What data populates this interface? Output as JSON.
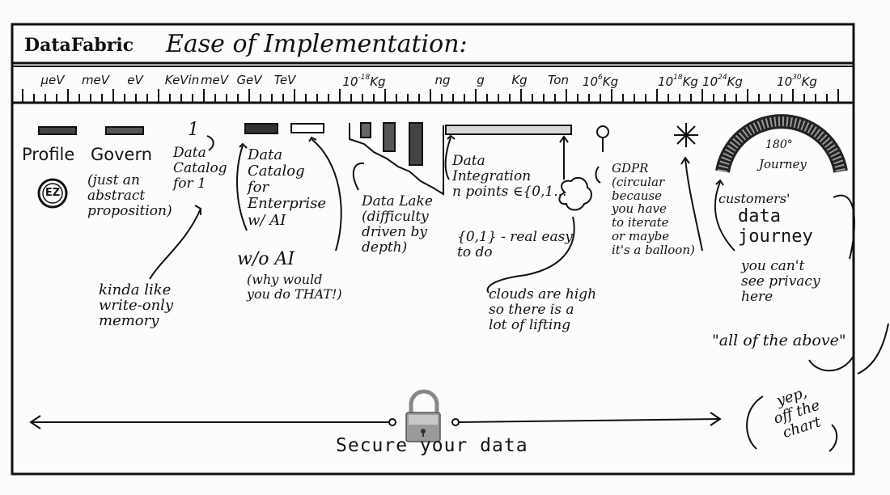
{
  "title": {
    "brand": "DataFabric",
    "rest": "Ease of Implementation:"
  },
  "scale": [
    {
      "base": "μeV"
    },
    {
      "base": "meV"
    },
    {
      "base": "eV"
    },
    {
      "base": "KeVin"
    },
    {
      "base": "meV"
    },
    {
      "base": "GeV"
    },
    {
      "base": "TeV"
    },
    {
      "base": "10",
      "sup": "-18",
      "after": "Kg"
    },
    {
      "base": "ng"
    },
    {
      "base": "g"
    },
    {
      "base": "Kg"
    },
    {
      "base": "Ton"
    },
    {
      "base": "10",
      "sup": "6",
      "after": "Kg"
    },
    {
      "base": "10",
      "sup": "18",
      "after": "Kg"
    },
    {
      "base": "10",
      "sup": "24",
      "after": "Kg"
    },
    {
      "base": "10",
      "sup": "30",
      "after": "Kg"
    }
  ],
  "labels": {
    "profile": "Profile",
    "ez": "EZ",
    "govern": "Govern",
    "govern_note": "(just an\nabstract\nproposition)",
    "one": "1",
    "catalog1": "Data\nCatalog\nfor 1",
    "writeonly": "kinda like\nwrite-only\nmemory",
    "catalog_ent": "Data\nCatalog\nfor\nEnterprise\nw/ AI",
    "without_ai": "w/o AI",
    "why": "(why would\nyou do THAT!)",
    "datalake": "Data Lake\n(difficulty\ndriven by\ndepth)",
    "integration": "Data\nIntegration\nn points ∈{0,1...",
    "realeasy": "{0,1} - real easy\nto do",
    "clouds": "clouds are high\nso there is a\nlot of lifting",
    "gdpr": "GDPR\n(circular\nbecause\nyou have\nto iterate\nor maybe\nit's a balloon)",
    "journey_deg": "180°",
    "journey": "Journey",
    "customers": "customers'",
    "data_journey": "data\njourney",
    "privacy": "you can't\nsee privacy\nhere",
    "all_above": "\"all of the above\"",
    "yep": "yep,\noff the\nchart",
    "secure": "Secure your data"
  }
}
